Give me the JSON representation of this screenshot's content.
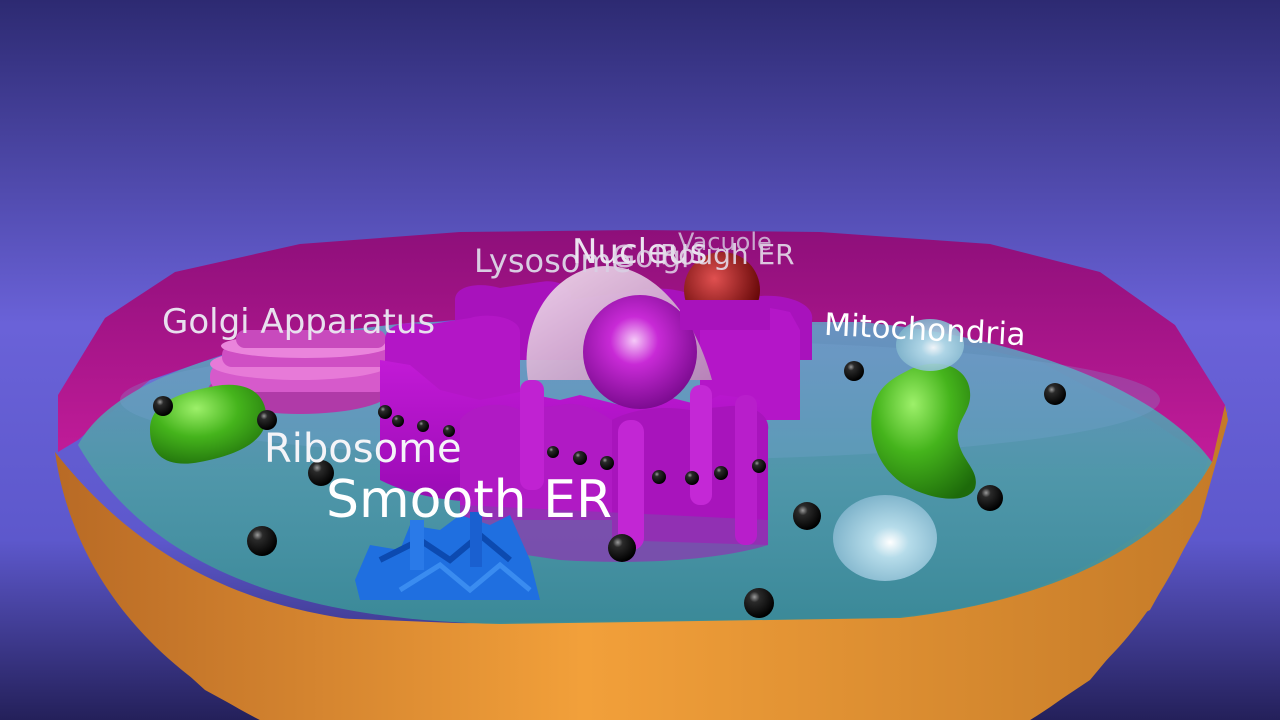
{
  "labels": {
    "golgi_apparatus": "Golgi Apparatus",
    "ribosome": "Ribosome",
    "smooth_er": "Smooth ER",
    "lysosome": "Lysosome",
    "nucleus": "Nucleus",
    "golgi": "Golgi",
    "rough_er": "Rough ER",
    "vacuole": "Vacuole",
    "mitochondria": "Mitochondria"
  },
  "colors": {
    "background_top": "#2c2a70",
    "background_mid": "#6f64d8",
    "cell_wall_outer": "#e99435",
    "cell_rim": "#a8168a",
    "cytoplasm": "#4e9aa8",
    "er_purple": "#b40fc8",
    "mitochondria_green": "#3fae1c",
    "golgi_pink": "#d95ad0",
    "vacuole_blue": "#a9d3e6",
    "smooth_er_blue": "#1f6fe0",
    "ribosome_black": "#111111"
  }
}
